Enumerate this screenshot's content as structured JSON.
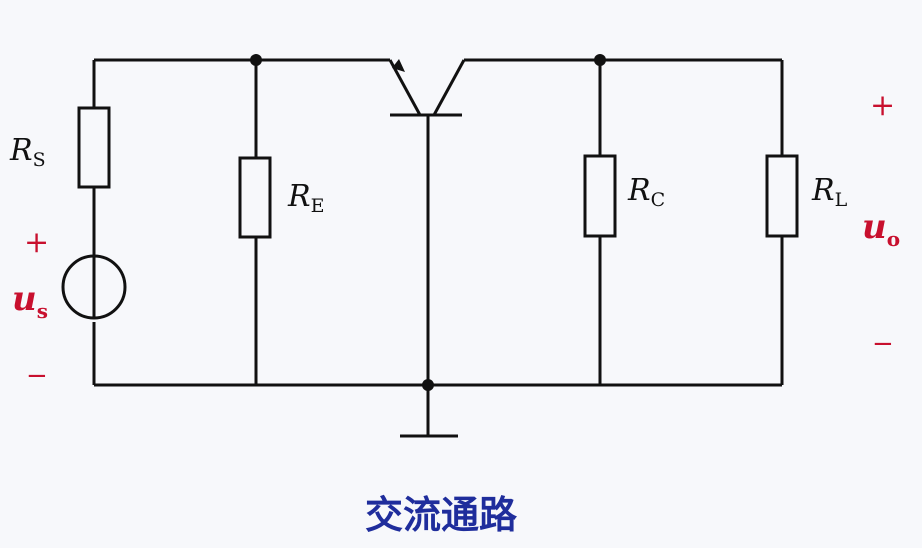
{
  "labels": {
    "rs": {
      "main": "R",
      "sub": "S"
    },
    "re": {
      "main": "R",
      "sub": "E"
    },
    "rc": {
      "main": "R",
      "sub": "C"
    },
    "rl": {
      "main": "R",
      "sub": "L"
    },
    "us": {
      "main": "u",
      "sub": "s",
      "plus": "+",
      "minus": "−"
    },
    "uo": {
      "main": "u",
      "sub": "o",
      "plus": "+",
      "minus": "−"
    }
  },
  "caption": "交流通路",
  "colors": {
    "wire": "#111111",
    "accent": "#c8102e",
    "caption": "#1f2d9c"
  }
}
